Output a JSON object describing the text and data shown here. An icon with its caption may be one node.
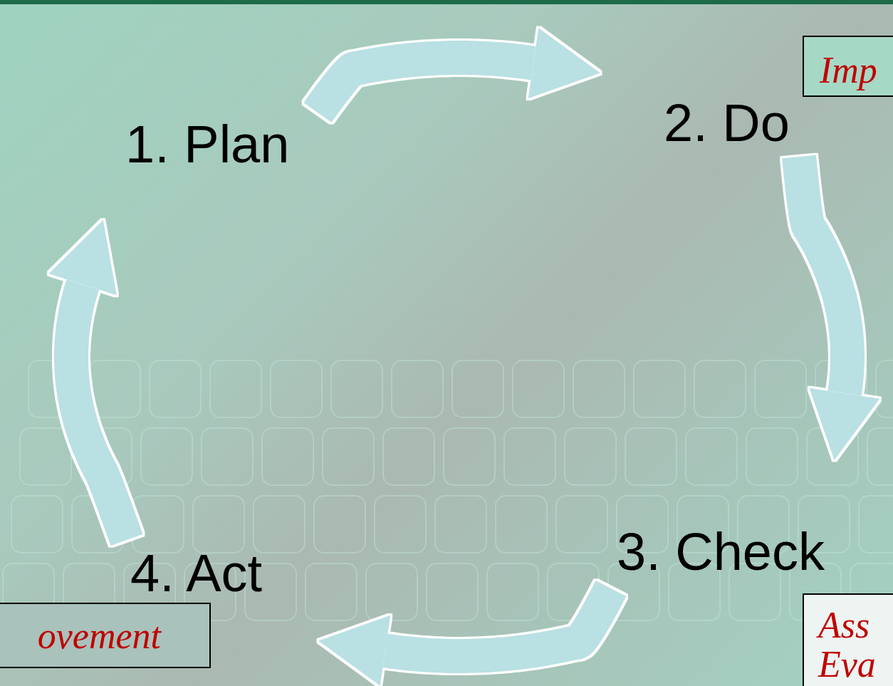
{
  "diagram": {
    "nodes": [
      {
        "text": [
          "1. Plan"
        ]
      },
      {
        "text": [
          "2. Do"
        ]
      },
      {
        "text": [
          "3. Check"
        ]
      },
      {
        "text": [
          "4. Act"
        ]
      },
      {
        "text": [
          "Imp"
        ]
      },
      {
        "text": [
          "Ass Eva"
        ]
      },
      {
        "text": [
          "ovement"
        ]
      }
    ],
    "edges": [
      {
        "from": 0,
        "to": 1,
        "arrow": "to"
      },
      {
        "from": 1,
        "to": 2,
        "arrow": "to"
      },
      {
        "from": 2,
        "to": 3,
        "arrow": "to"
      },
      {
        "from": 3,
        "to": 0,
        "arrow": "to"
      }
    ]
  }
}
